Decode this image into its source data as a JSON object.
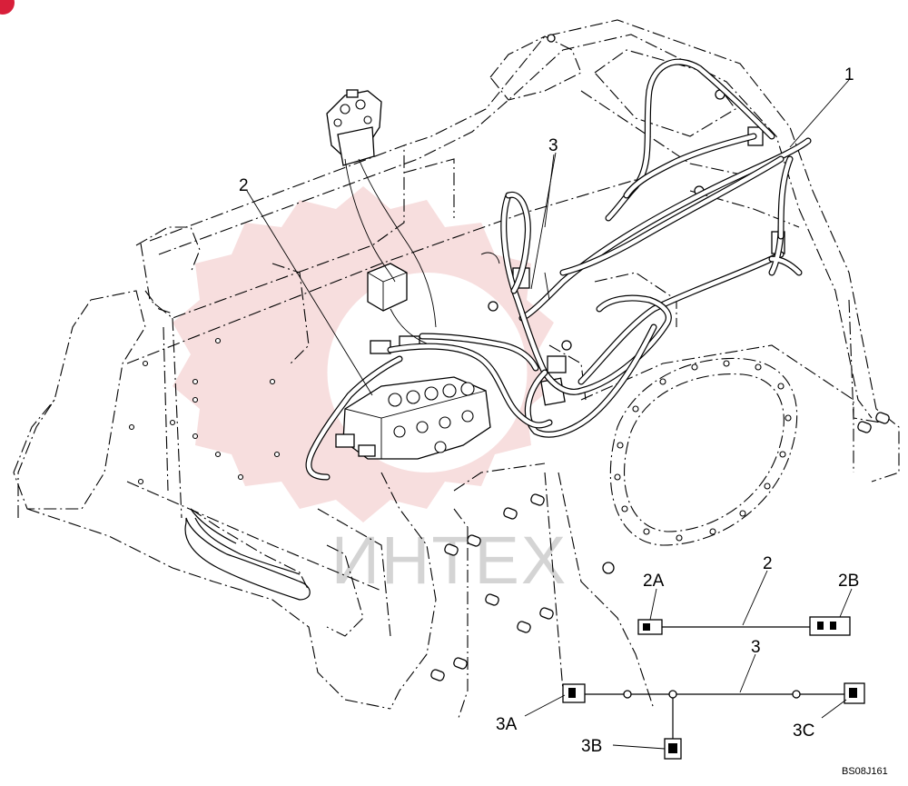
{
  "figure_code": "BS08J161",
  "watermark": "ИНТЕХ",
  "callouts": {
    "c1": "1",
    "c2": "2",
    "c3": "3",
    "legend_2": "2",
    "legend_2a": "2A",
    "legend_2b": "2B",
    "legend_3": "3",
    "legend_3a": "3A",
    "legend_3b": "3B",
    "legend_3c": "3C"
  },
  "colors": {
    "line": "#000000",
    "background": "#ffffff",
    "watermark": "#e8a0a0",
    "badge": "#d81f3a"
  }
}
